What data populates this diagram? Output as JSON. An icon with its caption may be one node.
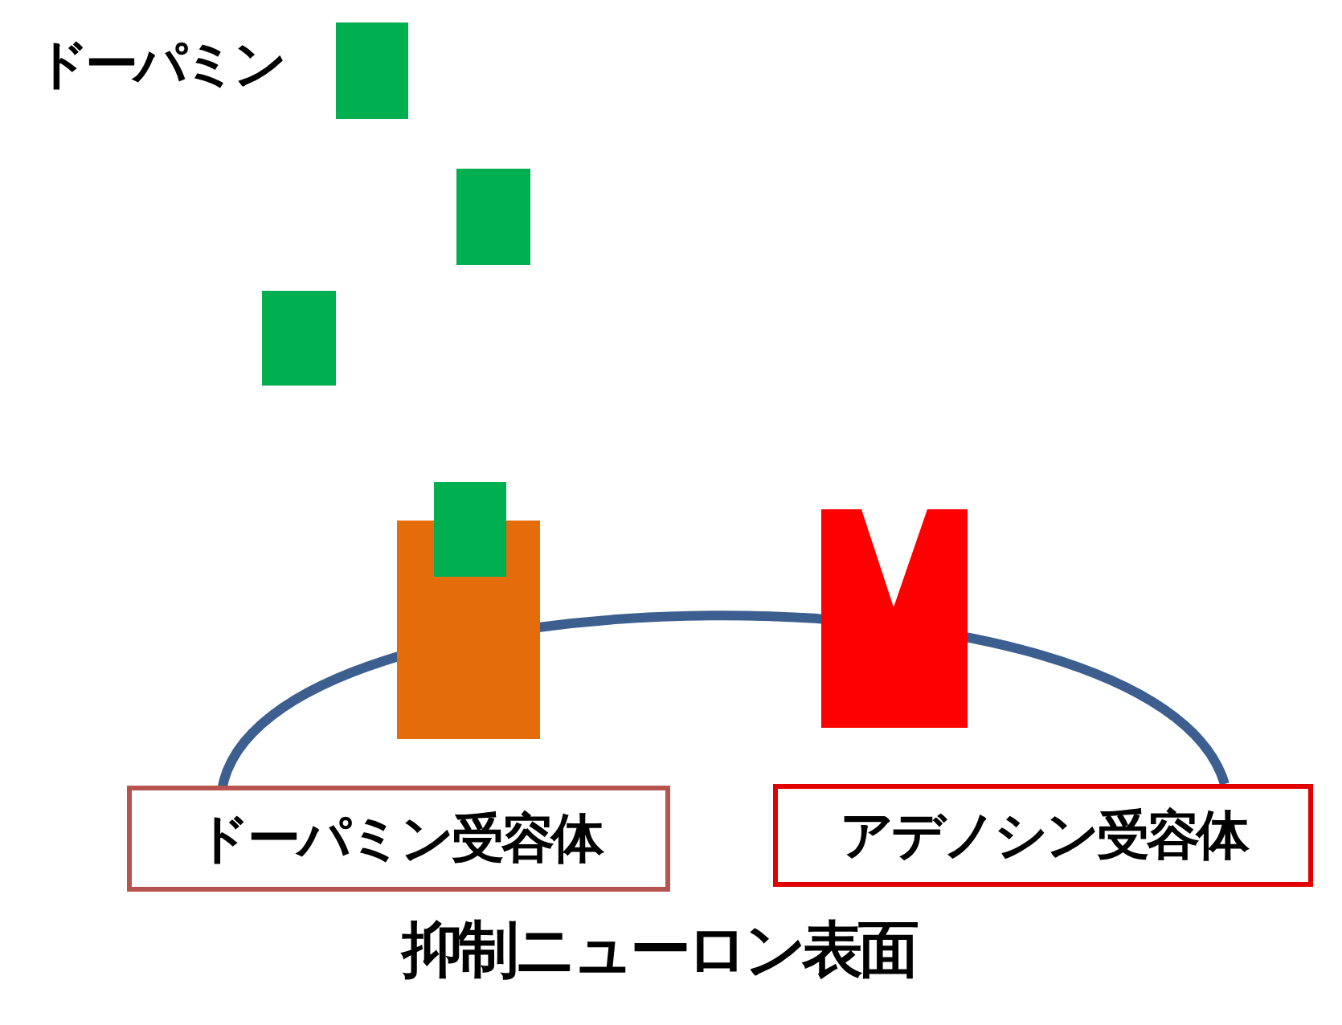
{
  "diagram": {
    "nodes": [
      {
        "text": [
          "ドーパミン受容体"
        ]
      },
      {
        "text": [
          "アデノシン受容体"
        ]
      }
    ],
    "labels": [
      "ドーパミン",
      "抑制ニューロン表面"
    ]
  }
}
